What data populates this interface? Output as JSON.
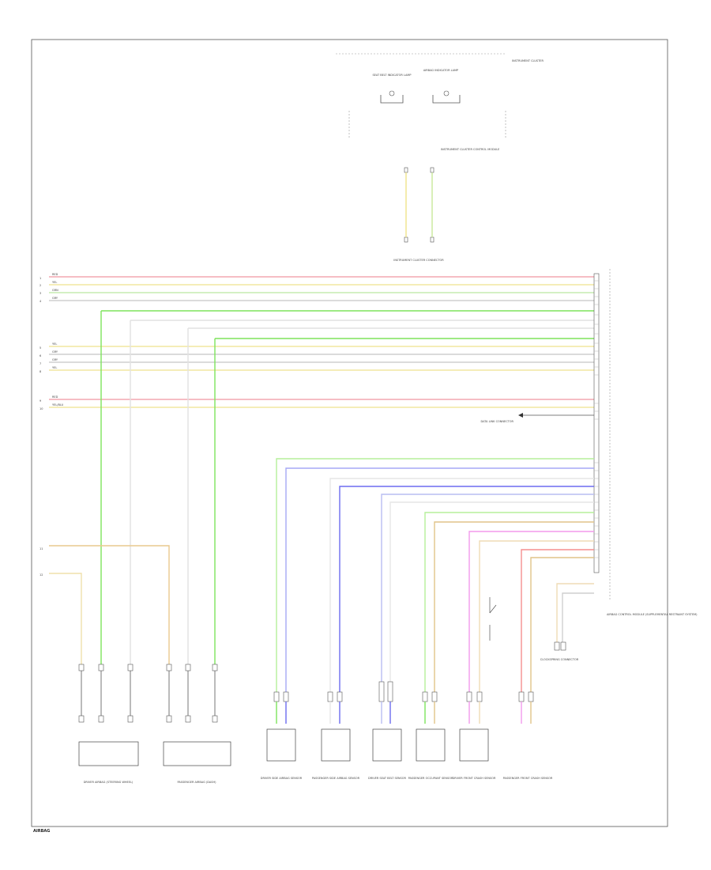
{
  "diagram": {
    "top_cluster_label": "INSTRUMENT CLUSTER",
    "seat_belt_indicator_label": "SEAT BELT INDICATOR LAMP",
    "airbag_indicator_label": "AIRBAG INDICATOR LAMP",
    "cluster_control_unit_label": "INSTRUMENT CLUSTER CONTROL MODULE",
    "cluster_connector_label": "INSTRUMENT CLUSTER CONNECTOR",
    "airbag_module_label": "AIRBAG CONTROL MODULE (SUPPLEMENTAL RESTRAINT SYSTEM)",
    "data_link_label": "DATA LINK CONNECTOR",
    "clockspring_connector_label": "CLOCKSPRING CONNECTOR",
    "footer": "AIRBAG",
    "components": [
      {
        "id": "driver",
        "label": "DRIVER AIRBAG (STEERING WHEEL)"
      },
      {
        "id": "passenger",
        "label": "PASSENGER AIRBAG (DASH)"
      },
      {
        "id": "drv-side",
        "label": "DRIVER SIDE AIRBAG SENSOR"
      },
      {
        "id": "pass-side",
        "label": "PASSENGER SIDE AIRBAG SENSOR"
      },
      {
        "id": "drv-belt",
        "label": "DRIVER SEAT BELT SENSOR"
      },
      {
        "id": "pass-occ",
        "label": "PASSENGER OCCUPANT SENSOR"
      },
      {
        "id": "drv-front",
        "label": "DRIVER FRONT CRASH SENSOR"
      },
      {
        "id": "pass-front",
        "label": "PASSENGER FRONT CRASH SENSOR"
      }
    ],
    "left_wires": [
      {
        "color": "#f4a7b0",
        "label": "RED"
      },
      {
        "color": "#f2e7a0",
        "label": "YEL"
      },
      {
        "color": "#c6ebb0",
        "label": "GRN"
      },
      {
        "color": "#cfcfcf",
        "label": "GRY"
      },
      {
        "color": "#f2e7a0",
        "label": "YEL"
      },
      {
        "color": "#cfcfcf",
        "label": "GRY"
      },
      {
        "color": "#cfcfcf",
        "label": "GRY"
      },
      {
        "color": "#f2e7a0",
        "label": "YEL"
      },
      {
        "color": "#f4a7b0",
        "label": "RED"
      },
      {
        "color": "#f2e7a0",
        "label": "YEL/BLU"
      }
    ]
  }
}
